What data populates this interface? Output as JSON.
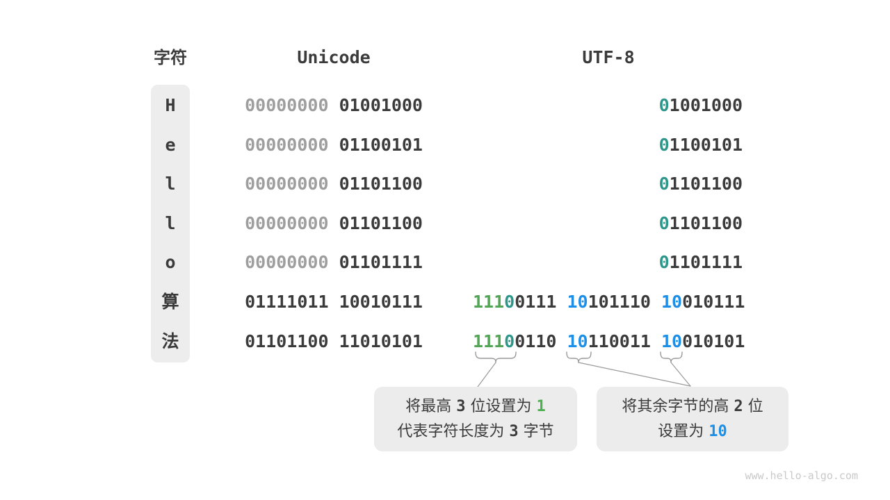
{
  "header": {
    "char": "字符",
    "unicode": "Unicode",
    "utf8": "UTF-8"
  },
  "rows": [
    {
      "char": "H",
      "unicode": [
        {
          "t": "00000000",
          "c": "gray"
        },
        {
          "t": "01001000",
          "c": "dark"
        }
      ],
      "utf8": [
        [
          {
            "t": "0",
            "c": "teal"
          },
          {
            "t": "1001000",
            "c": "dark"
          }
        ]
      ]
    },
    {
      "char": "e",
      "unicode": [
        {
          "t": "00000000",
          "c": "gray"
        },
        {
          "t": "01100101",
          "c": "dark"
        }
      ],
      "utf8": [
        [
          {
            "t": "0",
            "c": "teal"
          },
          {
            "t": "1100101",
            "c": "dark"
          }
        ]
      ]
    },
    {
      "char": "l",
      "unicode": [
        {
          "t": "00000000",
          "c": "gray"
        },
        {
          "t": "01101100",
          "c": "dark"
        }
      ],
      "utf8": [
        [
          {
            "t": "0",
            "c": "teal"
          },
          {
            "t": "1101100",
            "c": "dark"
          }
        ]
      ]
    },
    {
      "char": "l",
      "unicode": [
        {
          "t": "00000000",
          "c": "gray"
        },
        {
          "t": "01101100",
          "c": "dark"
        }
      ],
      "utf8": [
        [
          {
            "t": "0",
            "c": "teal"
          },
          {
            "t": "1101100",
            "c": "dark"
          }
        ]
      ]
    },
    {
      "char": "o",
      "unicode": [
        {
          "t": "00000000",
          "c": "gray"
        },
        {
          "t": "01101111",
          "c": "dark"
        }
      ],
      "utf8": [
        [
          {
            "t": "0",
            "c": "teal"
          },
          {
            "t": "1101111",
            "c": "dark"
          }
        ]
      ]
    },
    {
      "char": "算",
      "unicode": [
        {
          "t": "01111011",
          "c": "dark"
        },
        {
          "t": "10010111",
          "c": "dark"
        }
      ],
      "utf8": [
        [
          {
            "t": "111",
            "c": "green"
          },
          {
            "t": "0",
            "c": "teal"
          },
          {
            "t": "0111",
            "c": "dark"
          }
        ],
        [
          {
            "t": "10",
            "c": "blue"
          },
          {
            "t": "101110",
            "c": "dark"
          }
        ],
        [
          {
            "t": "10",
            "c": "blue"
          },
          {
            "t": "010111",
            "c": "dark"
          }
        ]
      ]
    },
    {
      "char": "法",
      "unicode": [
        {
          "t": "01101100",
          "c": "dark"
        },
        {
          "t": "11010101",
          "c": "dark"
        }
      ],
      "utf8": [
        [
          {
            "t": "111",
            "c": "green"
          },
          {
            "t": "0",
            "c": "teal"
          },
          {
            "t": "0110",
            "c": "dark"
          }
        ],
        [
          {
            "t": "10",
            "c": "blue"
          },
          {
            "t": "110011",
            "c": "dark"
          }
        ],
        [
          {
            "t": "10",
            "c": "blue"
          },
          {
            "t": "010101",
            "c": "dark"
          }
        ]
      ]
    }
  ],
  "annotations": {
    "left": {
      "lines": [
        [
          {
            "t": "将最高 ",
            "c": "d"
          },
          {
            "t": "3",
            "c": "n"
          },
          {
            "t": " 位设置为 ",
            "c": "d"
          },
          {
            "t": "1",
            "c": "g"
          }
        ],
        [
          {
            "t": "代表字符长度为 ",
            "c": "d"
          },
          {
            "t": "3",
            "c": "n"
          },
          {
            "t": " 字节",
            "c": "d"
          }
        ]
      ]
    },
    "right": {
      "lines": [
        [
          {
            "t": "将其余字节的高 ",
            "c": "d"
          },
          {
            "t": "2",
            "c": "n"
          },
          {
            "t": " 位",
            "c": "d"
          }
        ],
        [
          {
            "t": "设置为 ",
            "c": "d"
          },
          {
            "t": "10",
            "c": "b"
          }
        ]
      ]
    }
  },
  "watermark": "www.hello-algo.com",
  "colors": {
    "text_dark": "#3b3b3b",
    "leading_zero_gray": "#9e9e9e",
    "prefix_green": "#53a556",
    "prefix_teal": "#2e978b",
    "prefix_blue": "#1e8fe6",
    "pill_bg": "#ededed",
    "note_bg": "#ececec",
    "annotation_green": "#4caf50",
    "brace_stroke": "#999999",
    "watermark_gray": "#c9c9c9"
  },
  "layout_meta": {
    "row_centers_y": [
      152,
      209,
      265,
      322,
      378,
      435,
      492
    ]
  }
}
